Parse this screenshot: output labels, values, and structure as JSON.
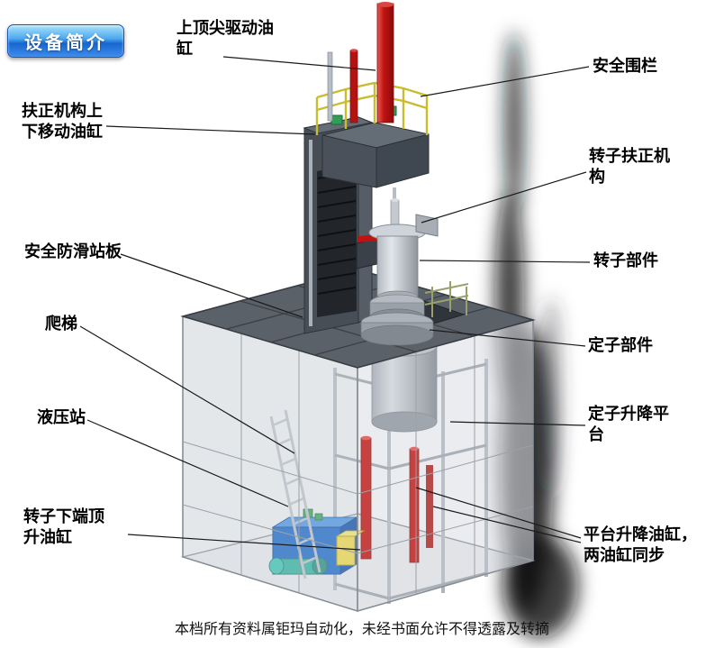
{
  "badge": {
    "label": "设备简介"
  },
  "labels": {
    "top_center_cylinder": "上顶尖驱动油缸",
    "safety_fence": "安全围栏",
    "centering_updown_cylinder": "扶正机构上下移动油缸",
    "rotor_centering_mechanism": "转子扶正机构",
    "antislip_platform": "安全防滑站板",
    "rotor_part": "转子部件",
    "ladder": "爬梯",
    "stator_part": "定子部件",
    "hydraulic_station": "液压站",
    "stator_lift_platform": "定子升降平台",
    "rotor_bottom_jack_cylinder": "转子下端顶升油缸",
    "platform_lift_cylinders": "平台升降油缸，两油缸同步"
  },
  "footer": {
    "text": "本档所有资料属钜玛自动化，未经书面允许不得透露及转摘"
  },
  "colors": {
    "badge_blue": "#1767d0",
    "cylinder_red": "#c01311",
    "railing_yellow": "#c9bc2e",
    "hydraulic_blue": "#1a66c4",
    "hydraulic_yellow": "#e8d348",
    "motor_teal": "#2fae9e",
    "platform_gray": "#5a6169",
    "column_gray": "#474e56",
    "enclosure_gray": "#c8ccd2"
  }
}
